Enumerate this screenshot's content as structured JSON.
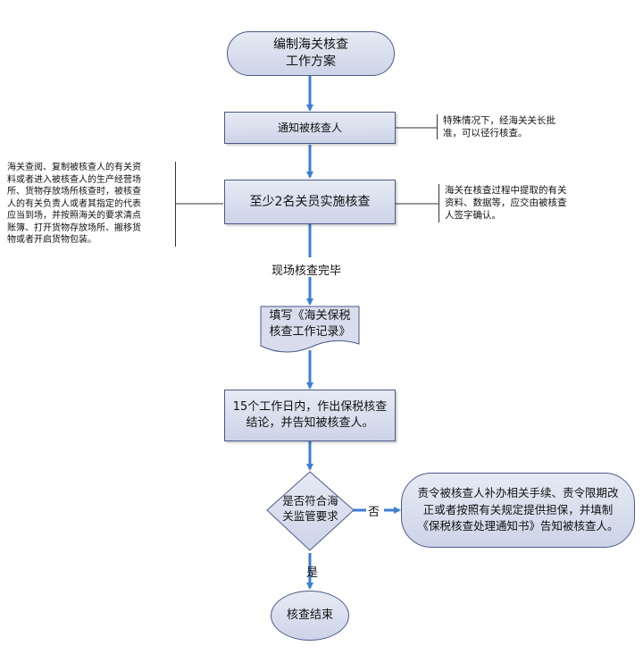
{
  "nodes": {
    "start": "编制海关核查\n工作方案",
    "notify": "通知被核查人",
    "implement": "至少2名关员实施核查",
    "record": "填写《海关保税\n核查工作记录》",
    "conclusion": "15个工作日内，作出保税核查\n结论，并告知被核查人。",
    "decision": "是否符合海\n关监管要求",
    "remedy": "责令被核查人补办相关手续、责令限期改\n正或者按照有关规定提供担保，并填制\n《保税核查处理通知书》告知被核查人。",
    "end": "核查结束"
  },
  "notes": {
    "special": "特殊情况下，经海关关长批\n准，可以径行核查。",
    "left": "海关查阅、复制被核查人的有关资\n料或者进入被核查人的生产经营场\n所、货物存放场所核查时，被核查\n人的有关负责人或者其指定的代表\n应当到场，并按照海关的要求清点\n账簿、打开货物存放场所、搬移货\n物或者开启货物包装。",
    "extract": "海关在核查过程中提取的有关\n资料、数据等，应交由被核查\n人签字确认。"
  },
  "labels": {
    "onsite_done": "现场核查完毕",
    "no": "否",
    "yes": "是"
  },
  "colors": {
    "arrow": "#3b7fd4",
    "line": "#333333",
    "border": "#4a5a88"
  }
}
